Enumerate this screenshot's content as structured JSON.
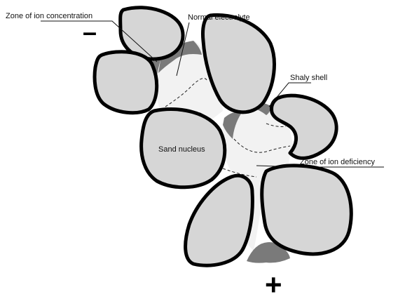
{
  "labels": {
    "zone_concentration": "Zone of ion concentration",
    "normal_electrolyte": "Normal electrolyte",
    "shaly_shell": "Shaly shell",
    "sand_nucleus": "Sand nucleus",
    "zone_deficiency": "Zone of ion deficiency"
  },
  "electrodes": {
    "negative": "–",
    "positive": "+"
  },
  "colors": {
    "grain_fill": "#d6d6d6",
    "shaly_shell": "#7a7a7a",
    "electrolyte": "#f2f2f2",
    "outline": "#000000"
  }
}
